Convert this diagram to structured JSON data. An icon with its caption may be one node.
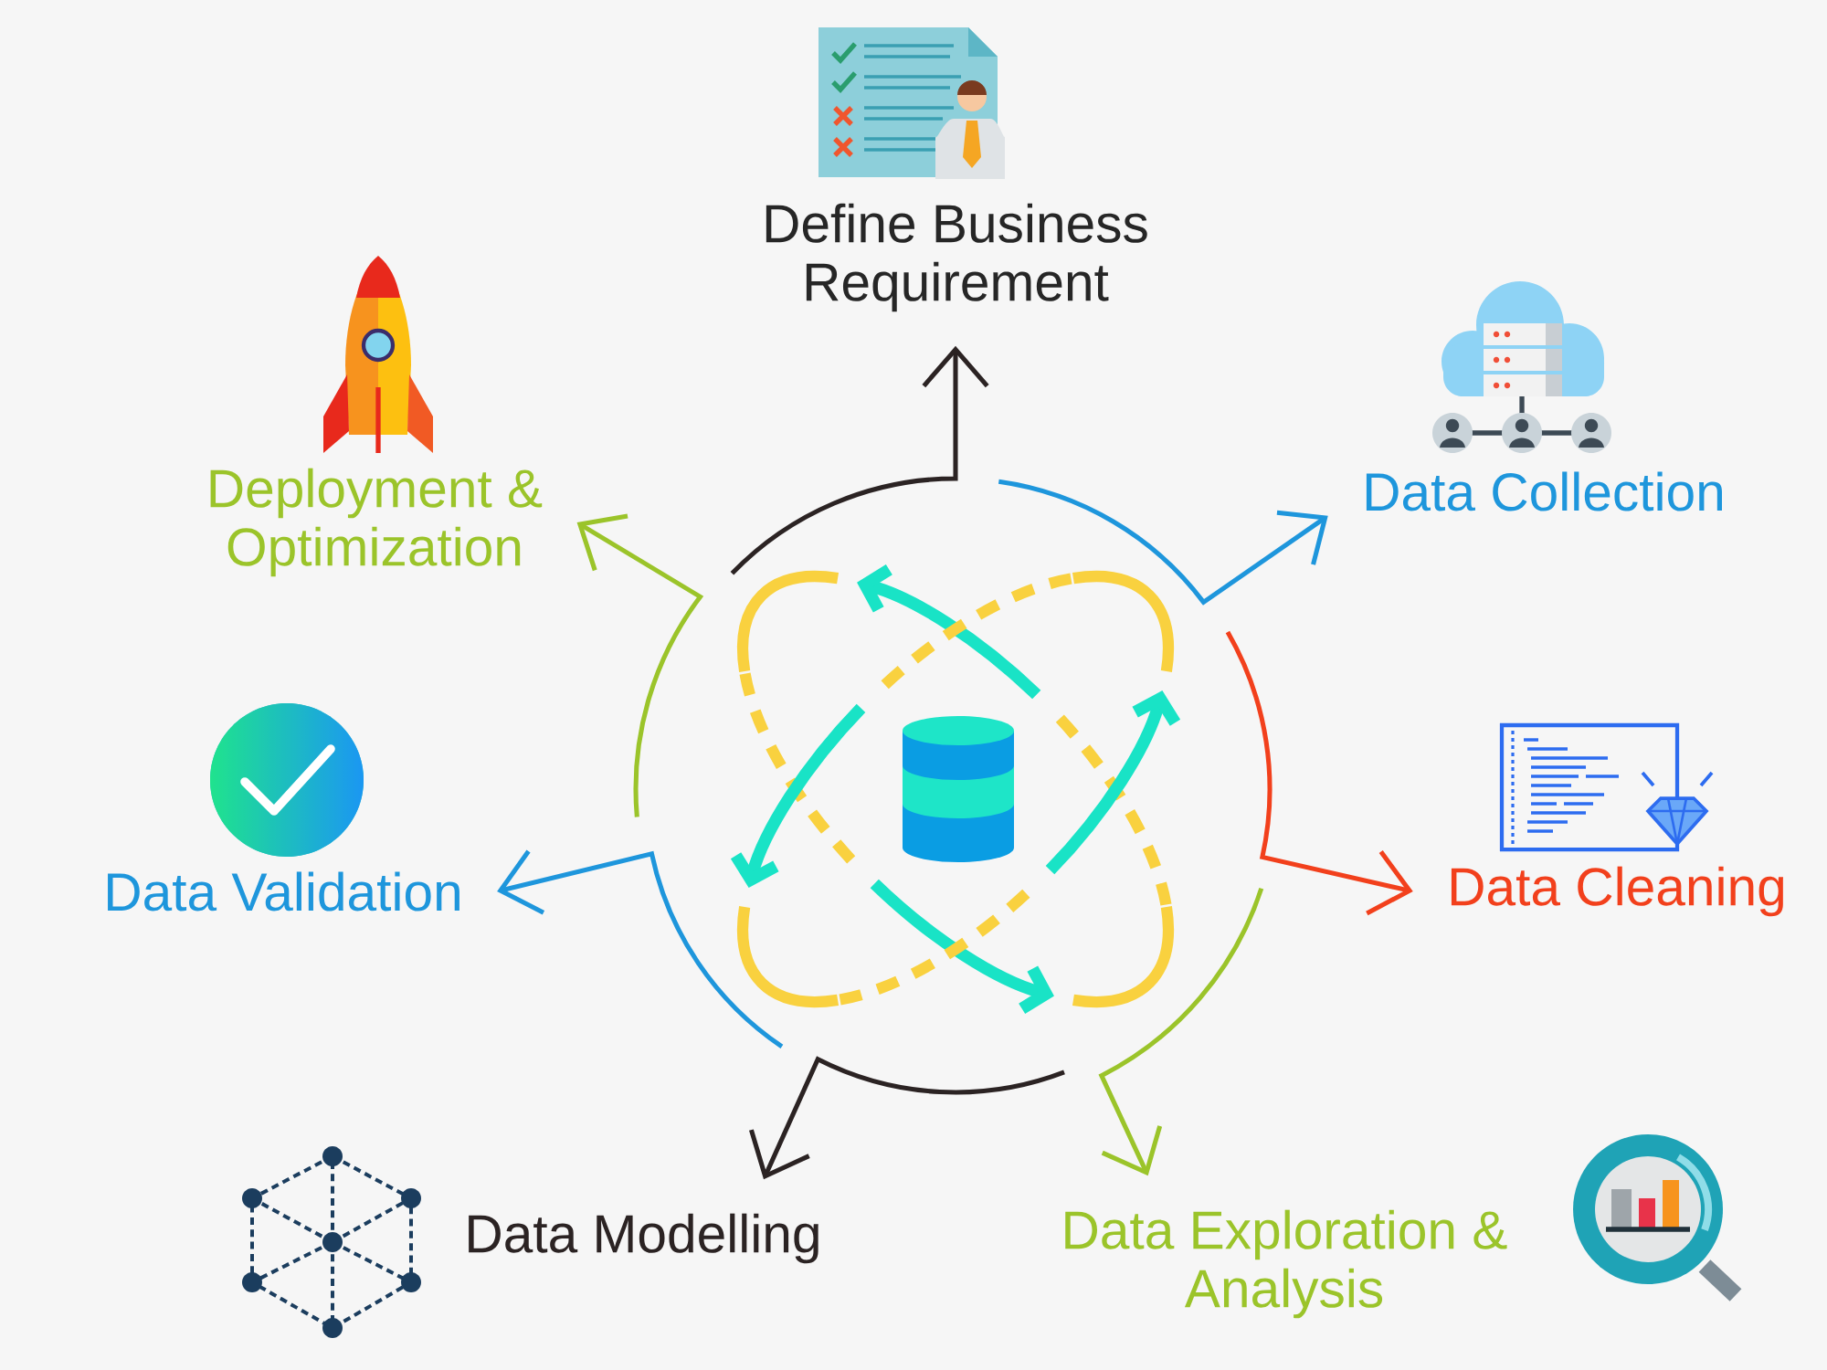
{
  "diagram": {
    "nodes": [
      {
        "text": [
          "Define Business Requirement"
        ]
      },
      {
        "text": [
          "Deployment & Optimization"
        ]
      },
      {
        "text": [
          "Data Collection"
        ]
      },
      {
        "text": [
          "Data Validation"
        ]
      },
      {
        "text": [
          "Data Cleaning"
        ]
      },
      {
        "text": [
          "Data Modelling"
        ]
      },
      {
        "text": [
          "Data Exploration & Analysis"
        ]
      }
    ],
    "edges": [
      {
        "from": null,
        "to": 0,
        "arrow": "to",
        "color": "#2b2323"
      },
      {
        "from": null,
        "to": 2,
        "arrow": "to",
        "color": "#1e96dc"
      },
      {
        "from": null,
        "to": 4,
        "arrow": "to",
        "color": "#f2401c"
      },
      {
        "from": null,
        "to": 6,
        "arrow": "to",
        "color": "#9bc42a"
      },
      {
        "from": null,
        "to": 5,
        "arrow": "to",
        "color": "#2b2323"
      },
      {
        "from": null,
        "to": 3,
        "arrow": "to",
        "color": "#1e96dc"
      },
      {
        "from": null,
        "to": 1,
        "arrow": "to",
        "color": "#9bc42a"
      }
    ]
  }
}
